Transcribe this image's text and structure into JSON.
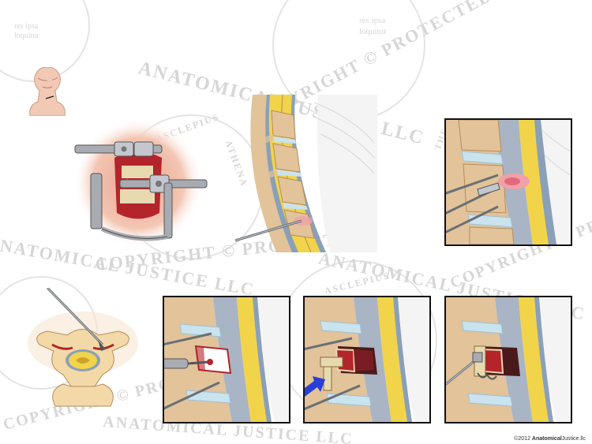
{
  "watermark": {
    "company_arc": "ANATOMICAL JUSTICE LLC",
    "copyright": "COPYRIGHT © PROTECTED",
    "seal_top": "ASCLEPIUS",
    "seal_right": "ATHENA",
    "motto_1": "res ipsa",
    "motto_2": "loquitur",
    "seal_left": "THE"
  },
  "credit": {
    "prefix": "©2012 ",
    "brand": "Anatomical",
    "suffix": "Justice.llc"
  },
  "colors": {
    "bone": "#e2c39a",
    "bone_dark": "#b88c58",
    "cord": "#f2d44a",
    "dura": "#8aa0b8",
    "disc": "#c9e3ef",
    "blood": "#b3242b",
    "skin": "#f1c9b4",
    "steel": "#a8acb2",
    "arrow": "#2a3fd6"
  }
}
